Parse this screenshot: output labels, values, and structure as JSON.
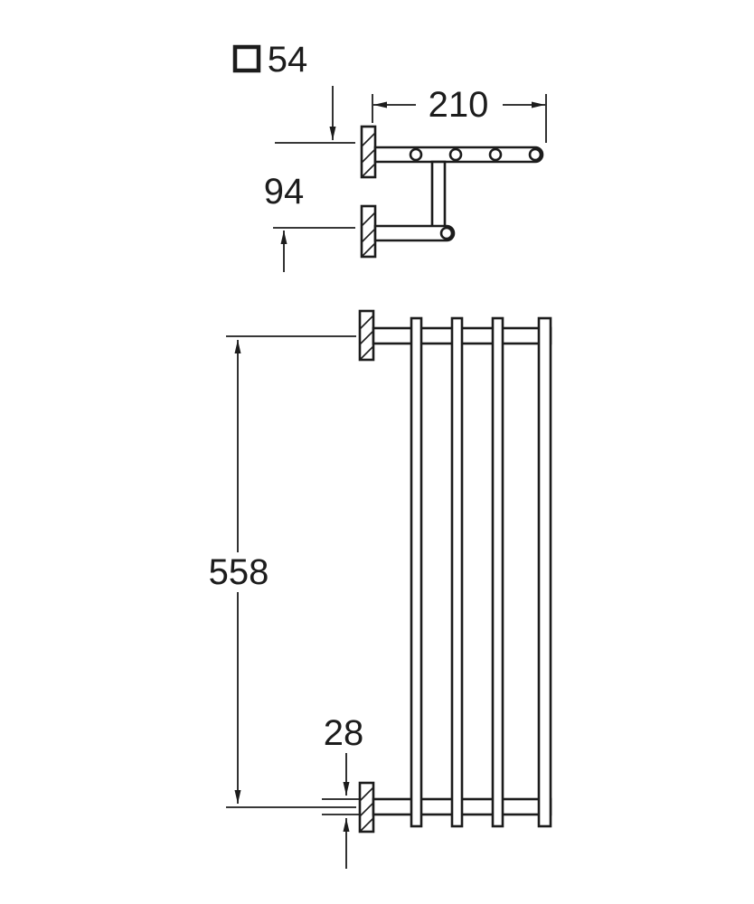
{
  "colors": {
    "line": "#1c1c1c",
    "background": "#ffffff"
  },
  "dimensions": {
    "square_profile": "54",
    "depth": "210",
    "arm_spacing": "94",
    "length": "558",
    "bar_offset": "28"
  }
}
